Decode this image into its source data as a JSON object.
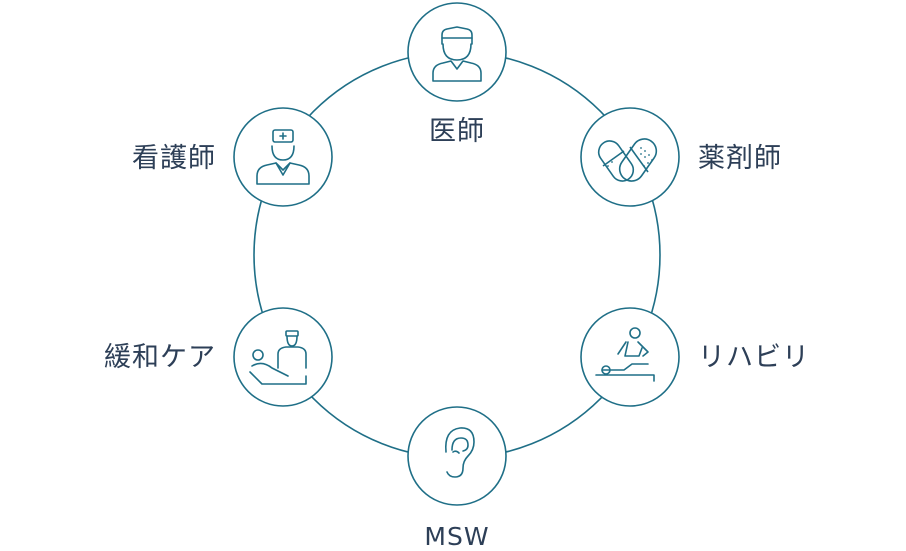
{
  "colors": {
    "stroke": "#1f6f87",
    "text": "#2d3f57",
    "background": "#ffffff"
  },
  "nodes": {
    "doctor": {
      "label": "医師",
      "icon": "doctor-icon"
    },
    "pharmacist": {
      "label": "薬剤師",
      "icon": "pills-icon"
    },
    "rehab": {
      "label": "リハビリ",
      "icon": "physiotherapy-icon"
    },
    "msw": {
      "label": "MSW",
      "icon": "ear-icon"
    },
    "palliative": {
      "label": "緩和ケア",
      "icon": "patient-care-icon"
    },
    "nurse": {
      "label": "看護師",
      "icon": "nurse-icon"
    }
  }
}
